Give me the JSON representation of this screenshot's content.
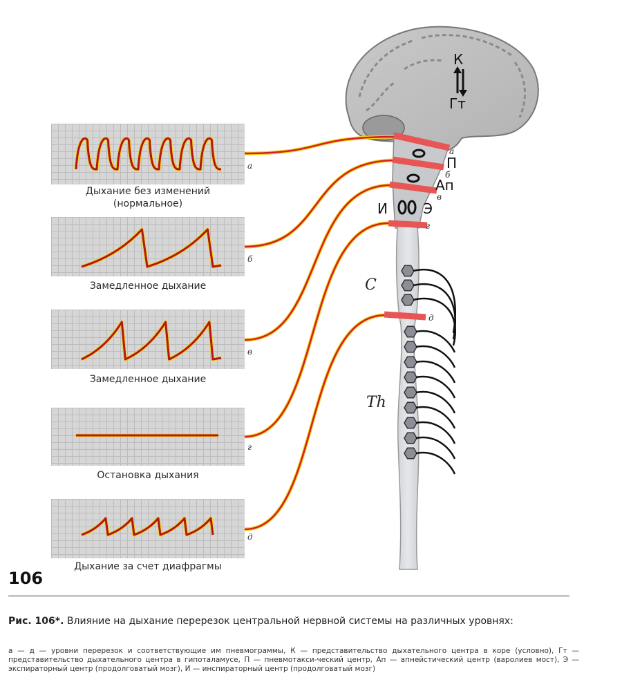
{
  "panels": [
    {
      "id": "a",
      "letter": "а",
      "caption_lines": [
        "Дыхание без изменений",
        "(нормальное)"
      ],
      "pattern": "normal-waves",
      "cycles": 7
    },
    {
      "id": "b",
      "letter": "б",
      "caption_lines": [
        "Замедленное дыхание"
      ],
      "pattern": "slow-sawtooth",
      "cycles": 2
    },
    {
      "id": "v",
      "letter": "в",
      "caption_lines": [
        "Замедленное дыхание"
      ],
      "pattern": "slow-sawtooth",
      "cycles": 3
    },
    {
      "id": "g",
      "letter": "г",
      "caption_lines": [
        "Остановка дыхания"
      ],
      "pattern": "flat-line",
      "cycles": 0
    },
    {
      "id": "d",
      "letter": "д",
      "caption_lines": [
        "Дыхание за счет диафрагмы"
      ],
      "pattern": "small-sawtooth",
      "cycles": 5
    }
  ],
  "diagram": {
    "brain_labels": {
      "k": "К",
      "gt": "Гт"
    },
    "center_labels": {
      "p": "П",
      "ap": "Ап",
      "i": "И",
      "e": "Э"
    },
    "cut_letters": [
      "а",
      "б",
      "в",
      "г",
      "д"
    ],
    "spine_regions": {
      "c": "C",
      "th": "Th"
    },
    "colors": {
      "cut": "#e85555",
      "wire": "#d42020",
      "wire_glow": "#f2d21c",
      "trace": "#b01818"
    }
  },
  "page_number": "106",
  "figure": {
    "title_bold": "Рис. 106*.",
    "title_text": " Влияние на дыхание перерезок центральной нервной системы на различных уровнях:",
    "legend": "а — д — уровни перерезок и соответствующие им пневмограммы, К — представительство дыхательного центра в коре (условно), Гт — представительство дыхательного центра в гипоталамусе, П — пневмотакси-ческий центр, Ап — апнейстический центр (варолиев мост), Э — экспираторный центр (продолговатый мозг), И — инспираторный центр (продолговатый мозг)"
  }
}
